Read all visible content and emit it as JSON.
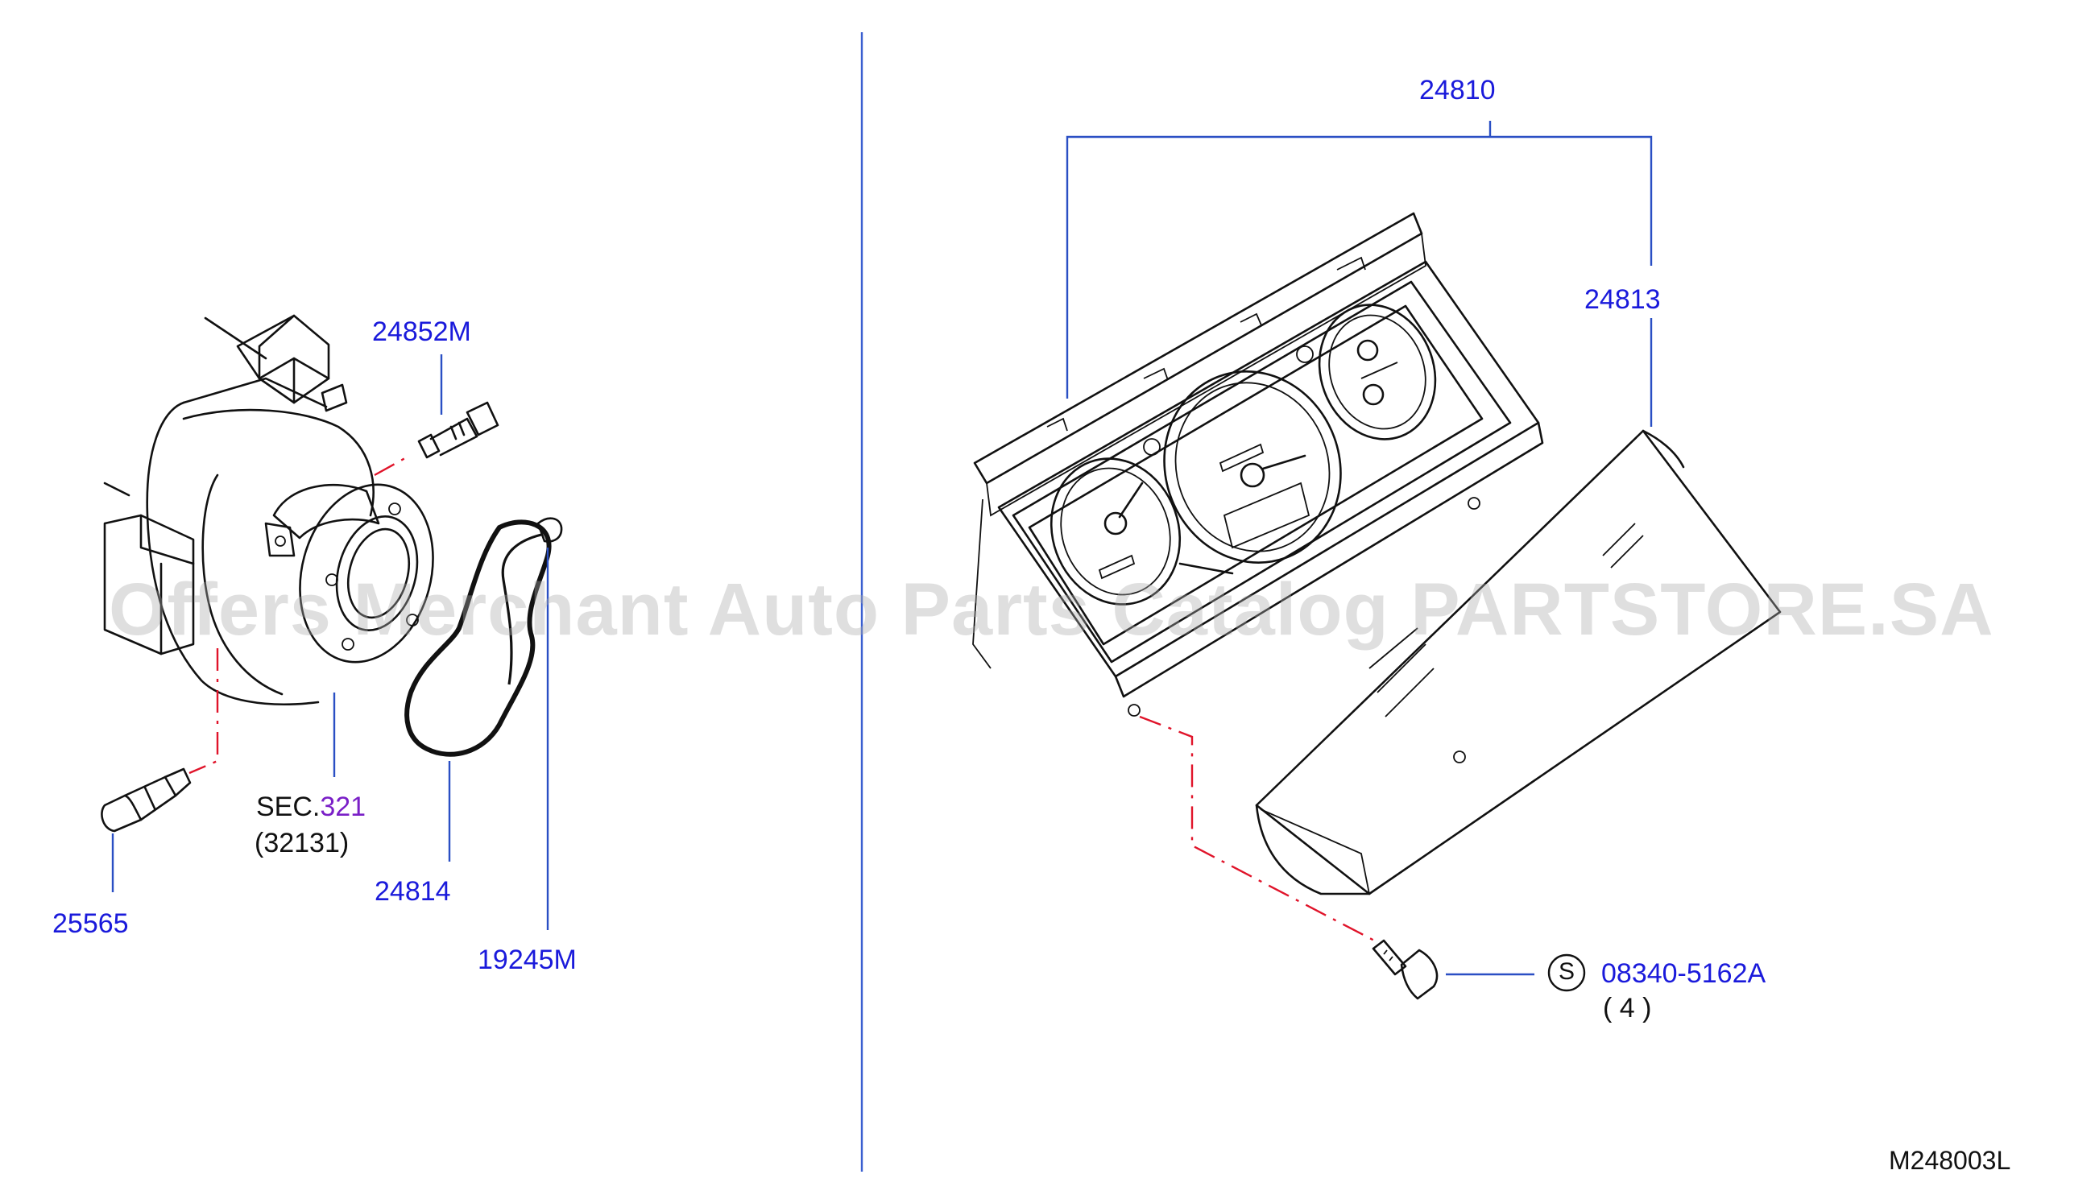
{
  "callouts": {
    "p24810": "24810",
    "p24813": "24813",
    "p24852M": "24852M",
    "p25565": "25565",
    "sec_prefix": "SEC.",
    "sec_number": "321",
    "sec_sub": "(32131)",
    "p24814": "24814",
    "p19245M": "19245M",
    "screw_symbol": "S",
    "p08340": "08340-5162A",
    "qty": "(  4  )"
  },
  "diagram_code": "M248003L",
  "watermark": "Offers Merchant Auto Parts Catalog PARTSTORE.SA",
  "colors": {
    "callout": "#1a1adb",
    "leader": "#2a4fc4",
    "centerline": "#e0142a",
    "section_ref": "#7a1fc7"
  }
}
